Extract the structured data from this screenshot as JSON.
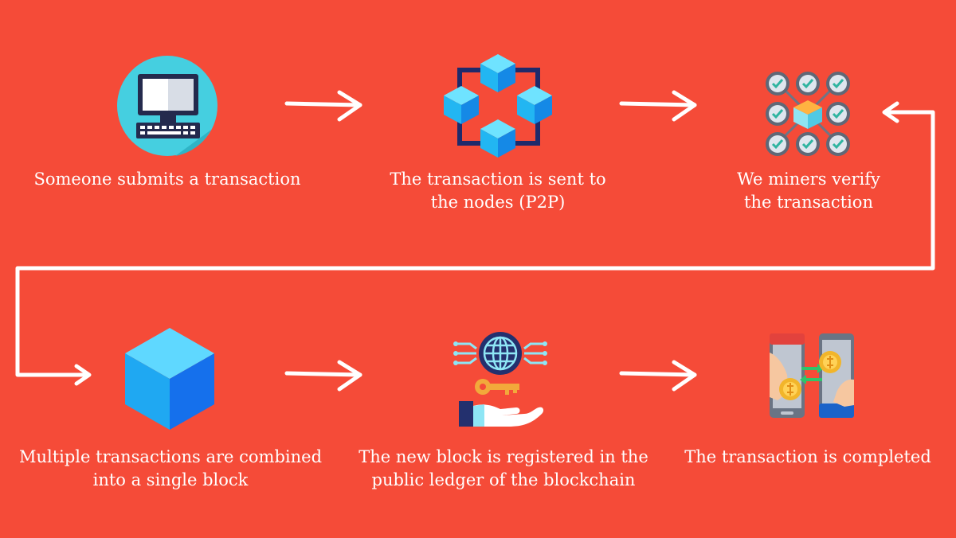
{
  "colors": {
    "background": "#f54b38",
    "arrow": "#ffffff",
    "text": "#ffffff",
    "block_light": "#27c6f5",
    "block_dark": "#1565e8",
    "node_frame": "#1f2a6b"
  },
  "steps": [
    {
      "icon": "computer-icon",
      "lines": [
        "Someone submits a transaction"
      ]
    },
    {
      "icon": "p2p-network-icon",
      "lines": [
        "The transaction is sent to",
        "the nodes (P2P)"
      ]
    },
    {
      "icon": "verify-grid-icon",
      "lines": [
        "We miners verify",
        "the transaction"
      ]
    },
    {
      "icon": "block-cube-icon",
      "lines": [
        "Multiple transactions are combined",
        "into a single block"
      ]
    },
    {
      "icon": "public-ledger-icon",
      "lines": [
        "The new block is registered in the",
        "public ledger of the blockchain"
      ]
    },
    {
      "icon": "payment-complete-icon",
      "lines": [
        "The transaction is completed"
      ]
    }
  ]
}
